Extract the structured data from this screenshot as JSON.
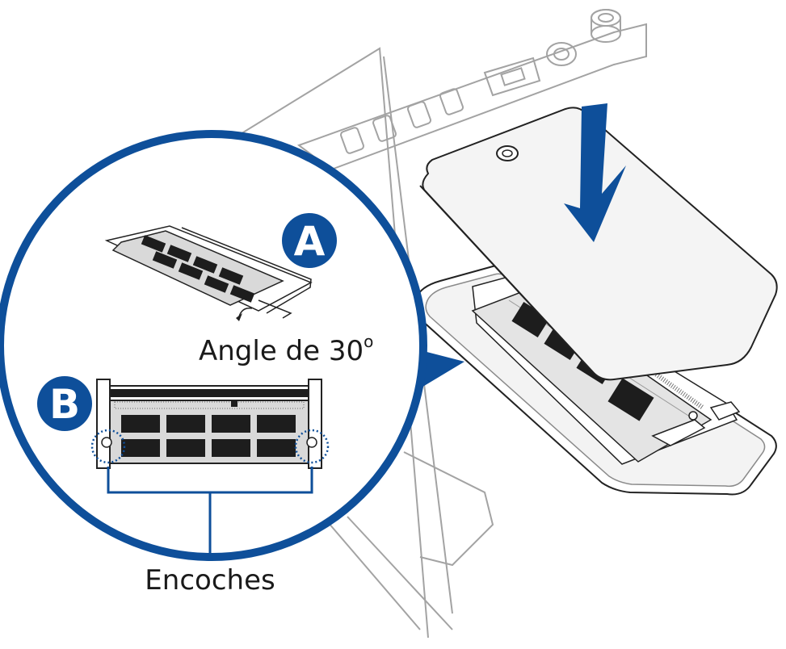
{
  "labels": {
    "step_a": "A",
    "step_b": "B",
    "angle_text": "Angle de 30",
    "angle_degree": "o",
    "notches": "Encoches"
  },
  "colors": {
    "accent_blue": "#0e4f9a",
    "outline_gray": "#9a9a9a",
    "outline_dark": "#222222",
    "chip_black": "#1d1d1d",
    "board_gray": "#d9d9d9"
  },
  "icons": {
    "insert_direction": "arrow-down-icon"
  }
}
